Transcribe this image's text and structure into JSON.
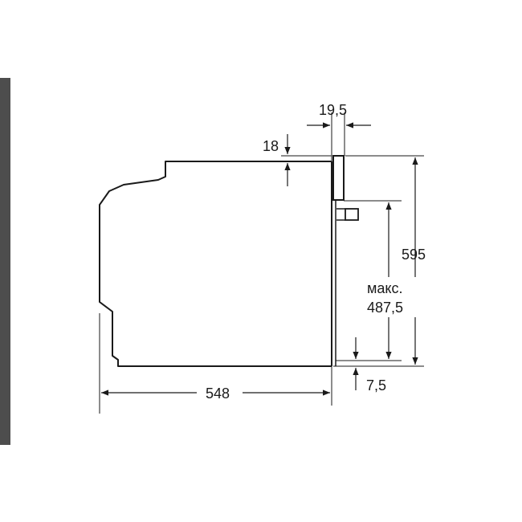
{
  "diagram": {
    "dimensions": {
      "top_panel_thickness": "19,5",
      "top_offset": "18",
      "total_height": "595",
      "max_label": "макс.",
      "max_height": "487,5",
      "bottom_offset": "7,5",
      "depth": "548"
    },
    "colors": {
      "line": "#1a1a1a",
      "side_strip": "#4d4d4d",
      "background": "#ffffff"
    }
  }
}
